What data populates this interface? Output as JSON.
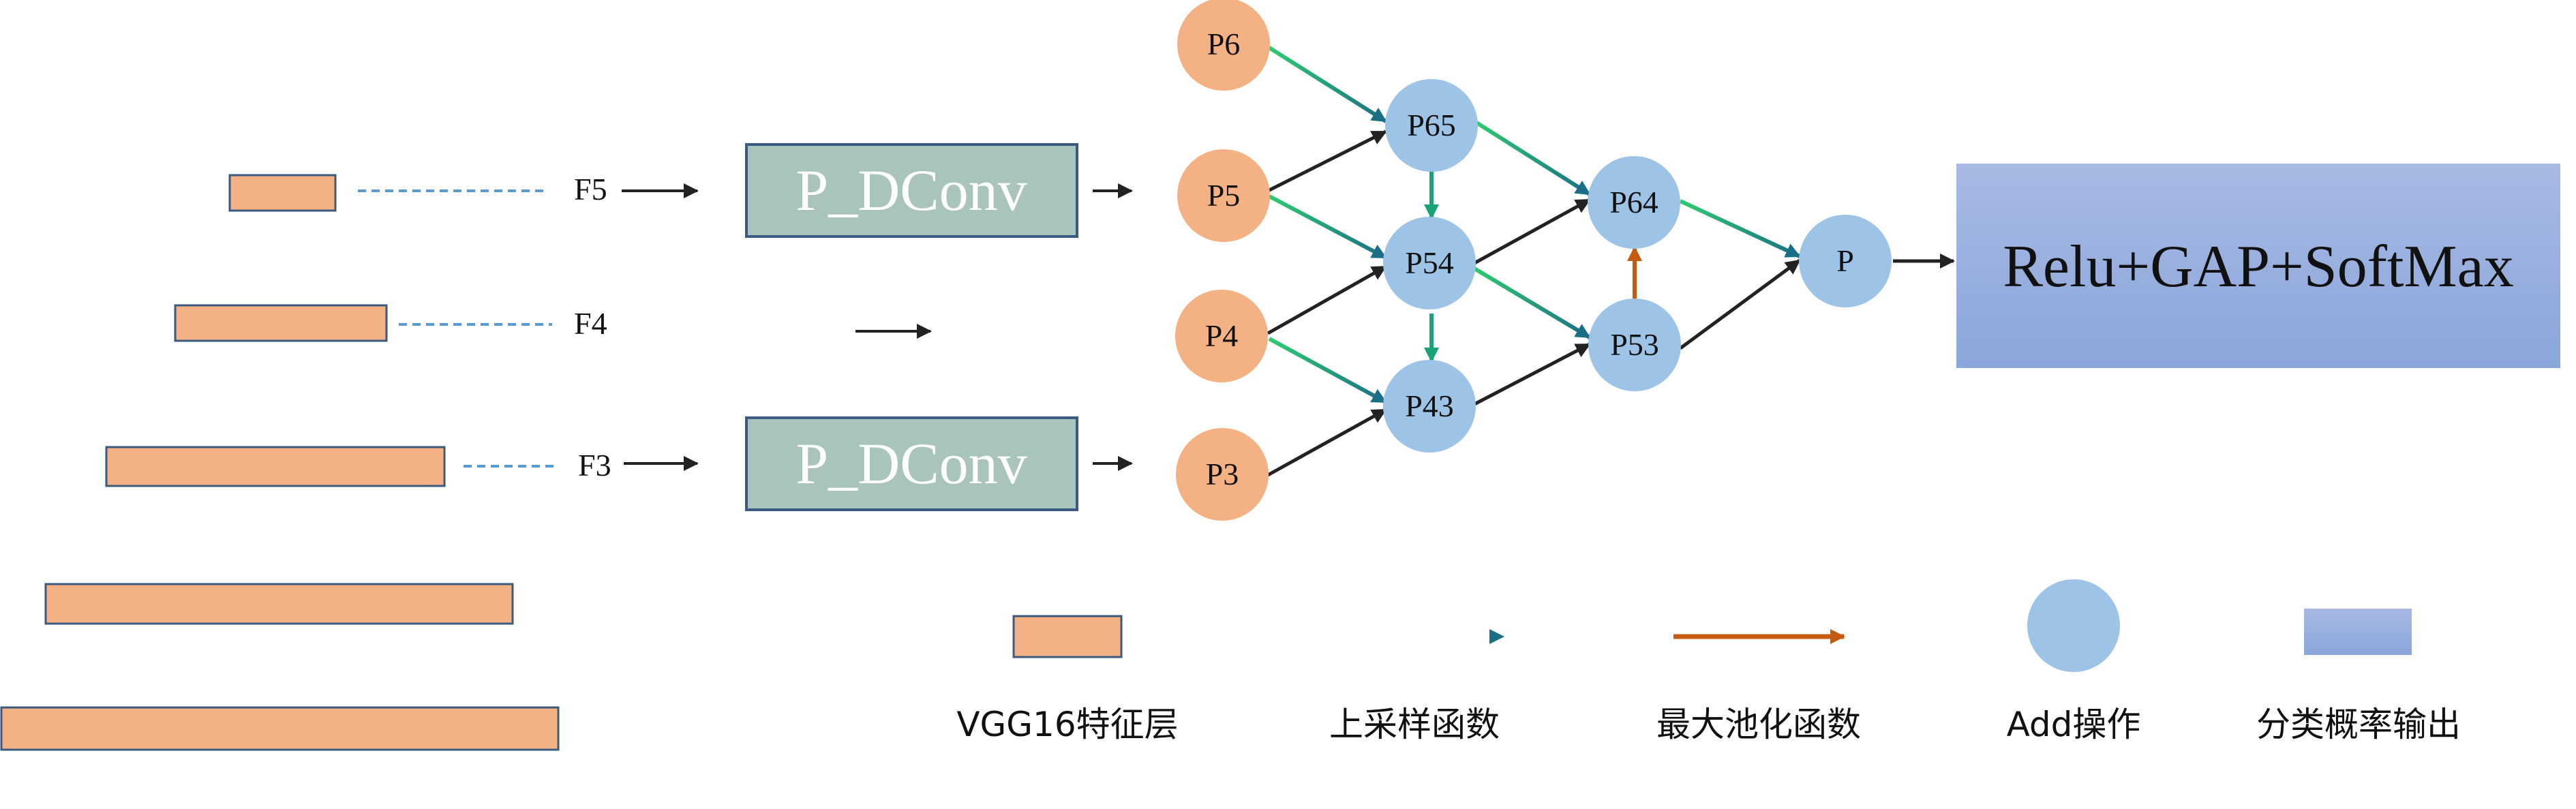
{
  "feature_labels": {
    "f5": "F5",
    "f4": "F4",
    "f3": "F3"
  },
  "conv_blocks": {
    "top": "P_DConv",
    "bottom": "P_DConv"
  },
  "nodes": {
    "p6": "P6",
    "p5": "P5",
    "p4": "P4",
    "p3": "P3",
    "p65": "P65",
    "p54": "P54",
    "p43": "P43",
    "p64": "P64",
    "p53": "P53",
    "p": "P"
  },
  "output_block": "Relu+GAP+SoftMax",
  "legend": {
    "feature_layer": "VGG16特征层",
    "upsample": "上采样函数",
    "maxpool": "最大池化函数",
    "add": "Add操作",
    "output": "分类概率输出"
  },
  "colors": {
    "feature_bar": "#f4b183",
    "conv_block": "#a9c4bd",
    "node_orange": "#f4b183",
    "node_blue": "#9dc3e6",
    "upsample_start": "#2ecc71",
    "upsample_end": "#1a6f86",
    "maxpool": "#c55a11",
    "output_block": "#8ea9db"
  }
}
